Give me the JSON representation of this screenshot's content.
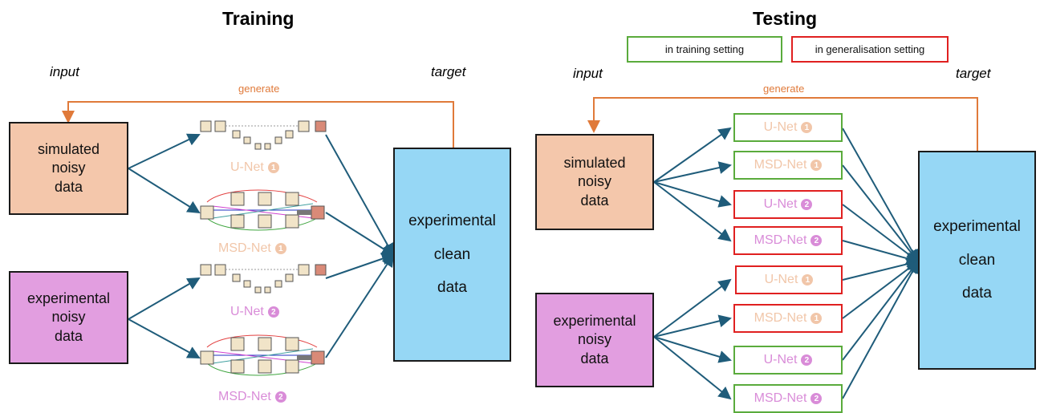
{
  "training": {
    "title": "Training",
    "input_label": "input",
    "target_label": "target",
    "generate_label": "generate",
    "sim_box": [
      "simulated",
      "noisy",
      "data"
    ],
    "exp_box": [
      "experimental",
      "noisy",
      "data"
    ],
    "target_box": [
      "experimental",
      "clean",
      "data"
    ],
    "nets": [
      {
        "name": "U-Net",
        "badge": "1"
      },
      {
        "name": "MSD-Net",
        "badge": "1"
      },
      {
        "name": "U-Net",
        "badge": "2"
      },
      {
        "name": "MSD-Net",
        "badge": "2"
      }
    ]
  },
  "testing": {
    "title": "Testing",
    "input_label": "input",
    "target_label": "target",
    "generate_label": "generate",
    "legend_training": "in training setting",
    "legend_generalisation": "in generalisation setting",
    "sim_box": [
      "simulated",
      "noisy",
      "data"
    ],
    "exp_box": [
      "experimental",
      "noisy",
      "data"
    ],
    "target_box": [
      "experimental",
      "clean",
      "data"
    ],
    "nets": [
      {
        "name": "U-Net",
        "badge": "1"
      },
      {
        "name": "MSD-Net",
        "badge": "1"
      },
      {
        "name": "U-Net",
        "badge": "2"
      },
      {
        "name": "MSD-Net",
        "badge": "2"
      },
      {
        "name": "U-Net",
        "badge": "1"
      },
      {
        "name": "MSD-Net",
        "badge": "1"
      },
      {
        "name": "U-Net",
        "badge": "2"
      },
      {
        "name": "MSD-Net",
        "badge": "2"
      }
    ]
  },
  "colors": {
    "simulated": "#f4c7ab",
    "experimental_noisy": "#e29ee0",
    "target": "#96d7f5",
    "arrow": "#1f5c7a",
    "generate": "#e07a3a",
    "training_setting": "#5aab3c",
    "generalisation_setting": "#e02020",
    "net1_text": "#f1c6a9",
    "net2_text": "#d98cd8"
  }
}
